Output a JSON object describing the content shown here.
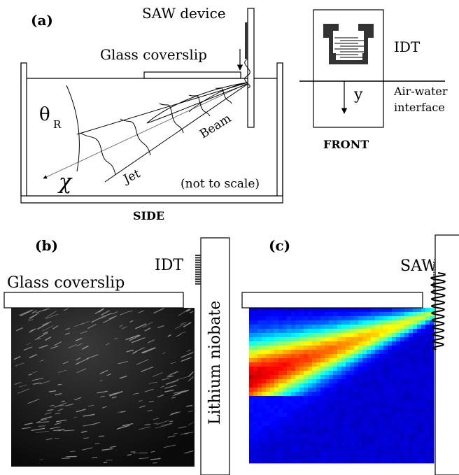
{
  "panel_a": {
    "label": "(a)",
    "saw_device": "SAW device",
    "glass_coverslip": "Glass coverslip",
    "theta": "θ",
    "theta_sub": "R",
    "chi": "χ",
    "jet": "Jet",
    "beam": "Beam",
    "not_to_scale": "(not to scale)",
    "side": "SIDE",
    "idt": "IDT",
    "y": "y",
    "air_water_1": "Air-water",
    "air_water_2": "interface",
    "front": "FRONT"
  },
  "panel_b": {
    "label": "(b)",
    "idt": "IDT",
    "glass_coverslip": "Glass coverslip",
    "lithium_niobate": "Lithium niobate"
  },
  "panel_c": {
    "label": "(c)",
    "saw": "SAW"
  }
}
